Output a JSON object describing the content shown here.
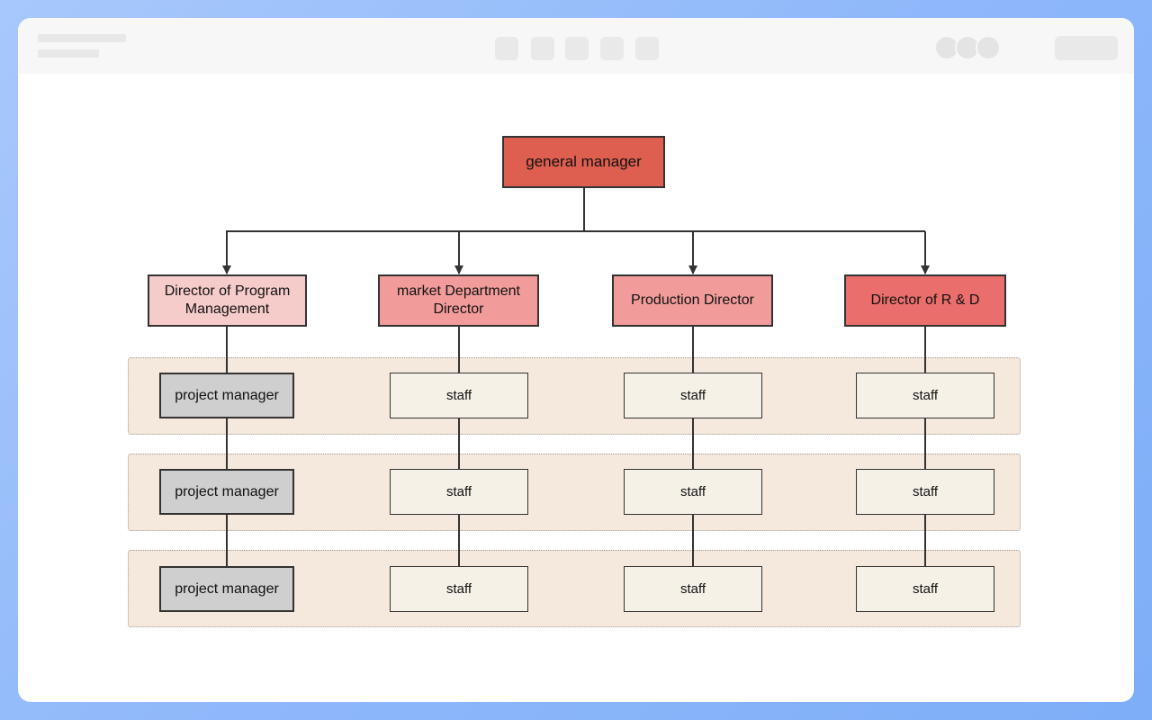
{
  "org_chart": {
    "top": {
      "label": "general manager"
    },
    "directors": [
      {
        "label": "Director of Program Management"
      },
      {
        "label": "market Department Director"
      },
      {
        "label": "Production Director"
      },
      {
        "label": "Director of R & D"
      }
    ],
    "rows": [
      [
        "project manager",
        "staff",
        "staff",
        "staff"
      ],
      [
        "project manager",
        "staff",
        "staff",
        "staff"
      ],
      [
        "project manager",
        "staff",
        "staff",
        "staff"
      ]
    ]
  },
  "colors": {
    "general_manager": "#de5f4f",
    "director_program": "#f6cccb",
    "director_market": "#f19c9b",
    "director_production": "#f19c9b",
    "director_rd": "#ea6e6b",
    "project_manager": "#cfcfcf",
    "staff": "#f6f1e7",
    "band": "#f5e9de"
  }
}
